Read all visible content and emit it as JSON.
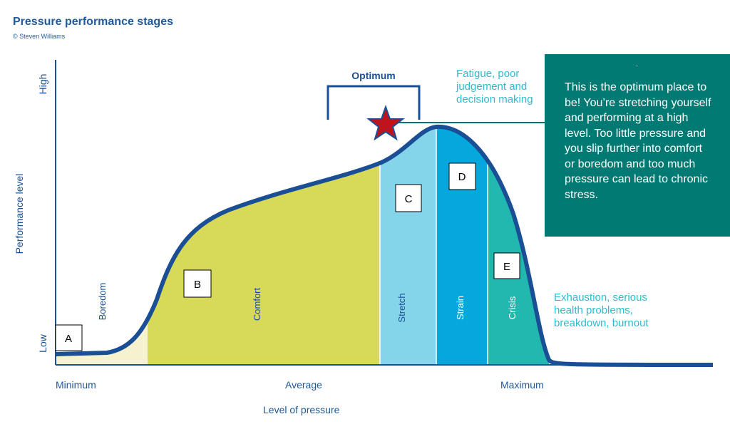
{
  "title": "Pressure performance stages",
  "copyright": "© Steven Williams",
  "y_axis": {
    "label": "Performance level",
    "high": "High",
    "low": "Low"
  },
  "x_axis": {
    "label": "Level of pressure",
    "ticks": [
      "Minimum",
      "Average",
      "Maximum"
    ]
  },
  "optimum_label": "Optimum",
  "zones": [
    {
      "name": "Boredom",
      "marker": "A",
      "color": "#f4f2cf"
    },
    {
      "name": "Comfort",
      "marker": "B",
      "color": "#d7da58"
    },
    {
      "name": "Stretch",
      "marker": "C",
      "color": "#84d4ea"
    },
    {
      "name": "Strain",
      "marker": "D",
      "color": "#05a8dc"
    },
    {
      "name": "Crisis",
      "marker": "E",
      "color": "#22b8b0"
    }
  ],
  "annotations": {
    "fatigue": "Fatigue, poor judgement and decision making",
    "exhaustion": "Exhaustion, serious health problems, breakdown, burnout"
  },
  "callout": {
    "dot": ".",
    "text": "This is the optimum place to be!  You’re stretching yourself and performing at a high level.  Too little pressure and you slip further into comfort or boredom and too much pressure can lead to chronic stress."
  },
  "colors": {
    "curve": "#1a4f96",
    "star": "#c0141c",
    "callout_bg": "#007a73"
  }
}
